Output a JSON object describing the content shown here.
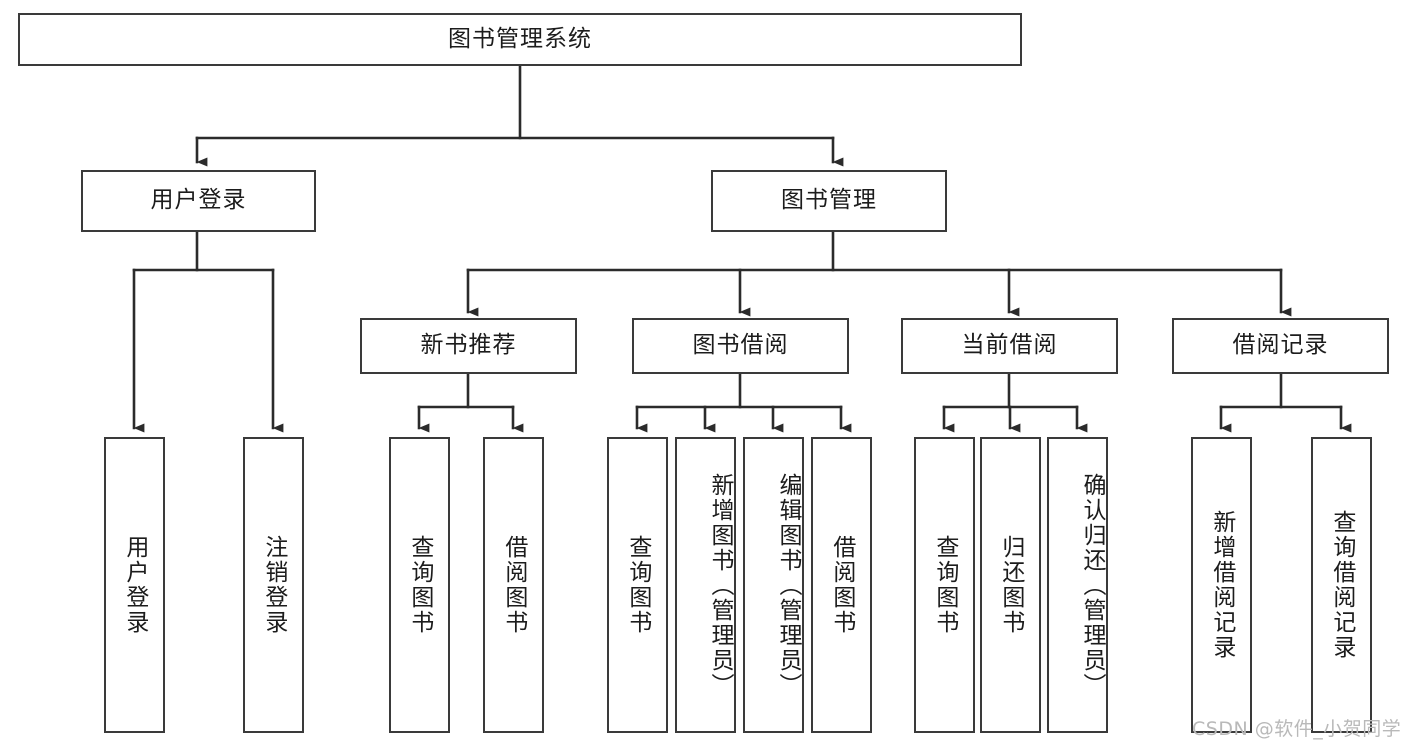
{
  "diagram": {
    "type": "tree-hierarchy-diagram",
    "title": "图书管理系统",
    "colors": {
      "box_stroke": "#3a3a3a",
      "box_fill": "#ffffff",
      "connector": "#2b2b2b",
      "text": "#1c1c1c",
      "watermark": "#b9b9b9"
    },
    "levels": {
      "root": {
        "label": "图书管理系统"
      },
      "level2": [
        {
          "id": "user-login",
          "label": "用户登录"
        },
        {
          "id": "book-management",
          "label": "图书管理"
        }
      ],
      "level3": [
        {
          "id": "new-book-recommend",
          "label": "新书推荐"
        },
        {
          "id": "book-borrow",
          "label": "图书借阅"
        },
        {
          "id": "current-borrow",
          "label": "当前借阅"
        },
        {
          "id": "borrow-record",
          "label": "借阅记录"
        }
      ],
      "leaves": [
        {
          "id": "leaf-user-login",
          "label": "用户登录",
          "parent": "user-login"
        },
        {
          "id": "leaf-user-logout",
          "label": "注销登录",
          "parent": "user-login"
        },
        {
          "id": "leaf-query-book-1",
          "label": "查询图书",
          "parent": "new-book-recommend"
        },
        {
          "id": "leaf-borrow-book-1",
          "label": "借阅图书",
          "parent": "new-book-recommend"
        },
        {
          "id": "leaf-query-book-2",
          "label": "查询图书",
          "parent": "book-borrow"
        },
        {
          "id": "leaf-add-book-admin",
          "label": "新增图书（管理员）",
          "parent": "book-borrow"
        },
        {
          "id": "leaf-edit-book-admin",
          "label": "编辑图书（管理员）",
          "parent": "book-borrow"
        },
        {
          "id": "leaf-borrow-book-2",
          "label": "借阅图书",
          "parent": "book-borrow"
        },
        {
          "id": "leaf-query-book-3",
          "label": "查询图书",
          "parent": "current-borrow"
        },
        {
          "id": "leaf-return-book",
          "label": "归还图书",
          "parent": "current-borrow"
        },
        {
          "id": "leaf-confirm-return-admin",
          "label": "确认归还（管理员）",
          "parent": "current-borrow"
        },
        {
          "id": "leaf-add-borrow-record",
          "label": "新增借阅记录",
          "parent": "borrow-record"
        },
        {
          "id": "leaf-query-borrow-record",
          "label": "查询借阅记录",
          "parent": "borrow-record"
        }
      ]
    },
    "watermark": "CSDN @软件_小贺同学"
  }
}
